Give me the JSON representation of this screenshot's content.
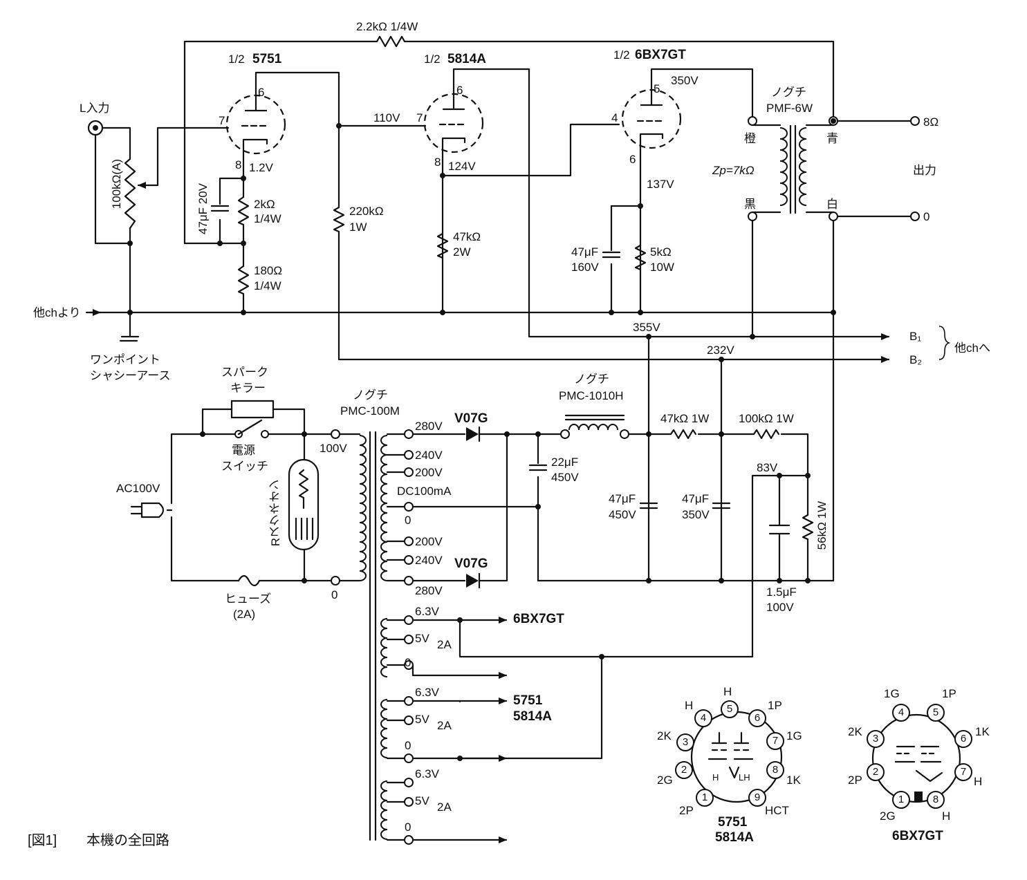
{
  "caption": {
    "bracket": "[図1]",
    "text": "本機の全回路"
  },
  "input": {
    "label": "L入力",
    "pot": "100kΩ(A)"
  },
  "feedback": {
    "resistor": "2.2kΩ 1/4W"
  },
  "tubes": {
    "v1": {
      "prefix": "1/2",
      "name": "5751",
      "pin_p": "6",
      "pin_g": "7",
      "pin_k": "8",
      "k_voltage": "1.2V"
    },
    "v2": {
      "prefix": "1/2",
      "name": "5814A",
      "pin_p": "6",
      "pin_g": "7",
      "pin_k": "8",
      "p_voltage": "110V",
      "k_voltage": "124V"
    },
    "v3": {
      "prefix": "1/2",
      "name": "6BX7GT",
      "pin_p": "5",
      "pin_g": "4",
      "pin_k": "6",
      "p_voltage": "350V",
      "k_voltage": "137V"
    }
  },
  "parts": {
    "c_k1": "47μF 20V",
    "r_k1a": {
      "value": "2kΩ",
      "watt": "1/4W"
    },
    "r_k1b": {
      "value": "180Ω",
      "watt": "1/4W"
    },
    "r_p1": {
      "value": "220kΩ",
      "watt": "1W"
    },
    "r_k2": {
      "value": "47kΩ",
      "watt": "2W"
    },
    "c_k3": {
      "value": "47μF",
      "volt": "160V"
    },
    "r_k3": {
      "value": "5kΩ",
      "watt": "10W"
    }
  },
  "opt": {
    "maker": "ノグチ",
    "model": "PMF-6W",
    "zp": "Zp=7kΩ",
    "lead_orange": "橙",
    "lead_black": "黒",
    "lead_blue": "青",
    "lead_white": "白",
    "out_8": "8Ω",
    "out_0": "0",
    "out_label": "出力"
  },
  "ground": {
    "from_other": "他chより",
    "one_point": "ワンポイント",
    "chassis": "シャシーアース"
  },
  "rails": {
    "v355": "355V",
    "v232": "232V",
    "b1": "B₁",
    "b2": "B₂",
    "to_other": "他chへ"
  },
  "power": {
    "spark_killer_1": "スパーク",
    "spark_killer_2": "キラー",
    "switch_1": "電源",
    "switch_2": "スイッチ",
    "ac": "AC100V",
    "neon": "Rスクネオン",
    "fuse": "ヒューズ",
    "fuse_rating": "(2A)",
    "pt_maker": "ノグチ",
    "pt_model": "PMC-100M",
    "pri_100": "100V",
    "pri_0": "0",
    "t280a": "280V",
    "t240a": "240V",
    "t200a": "200V",
    "dc100": "DC100mA",
    "t0": "0",
    "t200b": "200V",
    "t240b": "240V",
    "t280b": "280V",
    "diode": "V07G",
    "c_in": {
      "value": "22μF",
      "volt": "450V"
    },
    "choke_maker": "ノグチ",
    "choke_model": "PMC-1010H",
    "r_d1": "47kΩ 1W",
    "r_d2": "100kΩ 1W",
    "c_f1": {
      "value": "47μF",
      "volt": "450V"
    },
    "c_f2": {
      "value": "47μF",
      "volt": "350V"
    },
    "v83": "83V",
    "r_bleed": "56kΩ 1W",
    "c_h": {
      "value": "1.5μF",
      "volt": "100V"
    }
  },
  "heaters": {
    "w1": {
      "v63": "6.3V",
      "v5": "5V",
      "amp": "2A",
      "v0": "0",
      "target": "6BX7GT"
    },
    "w2": {
      "v63": "6.3V",
      "v5": "5V",
      "amp": "2A",
      "v0": "0",
      "target1": "5751",
      "target2": "5814A"
    },
    "w3": {
      "v63": "6.3V",
      "v5": "5V",
      "amp": "2A",
      "v0": "0"
    }
  },
  "pinout_a": {
    "title1": "5751",
    "title2": "5814A",
    "pins": [
      "1",
      "2",
      "3",
      "4",
      "5",
      "6",
      "7",
      "8",
      "9"
    ],
    "labels": {
      "p1": "2P",
      "p2": "2G",
      "p3": "2K",
      "p4": "H",
      "p5": "H",
      "p6": "1P",
      "p7": "1G",
      "p8": "1K",
      "p9": "HCT"
    },
    "inner_h": "H",
    "inner_lh": "LH"
  },
  "pinout_b": {
    "title": "6BX7GT",
    "pins": [
      "1",
      "2",
      "3",
      "4",
      "5",
      "6",
      "7",
      "8"
    ],
    "labels": {
      "p1": "2G",
      "p2": "2P",
      "p3": "2K",
      "p4": "1G",
      "p5": "1P",
      "p6": "1K",
      "p7": "H",
      "p8": "H"
    }
  }
}
